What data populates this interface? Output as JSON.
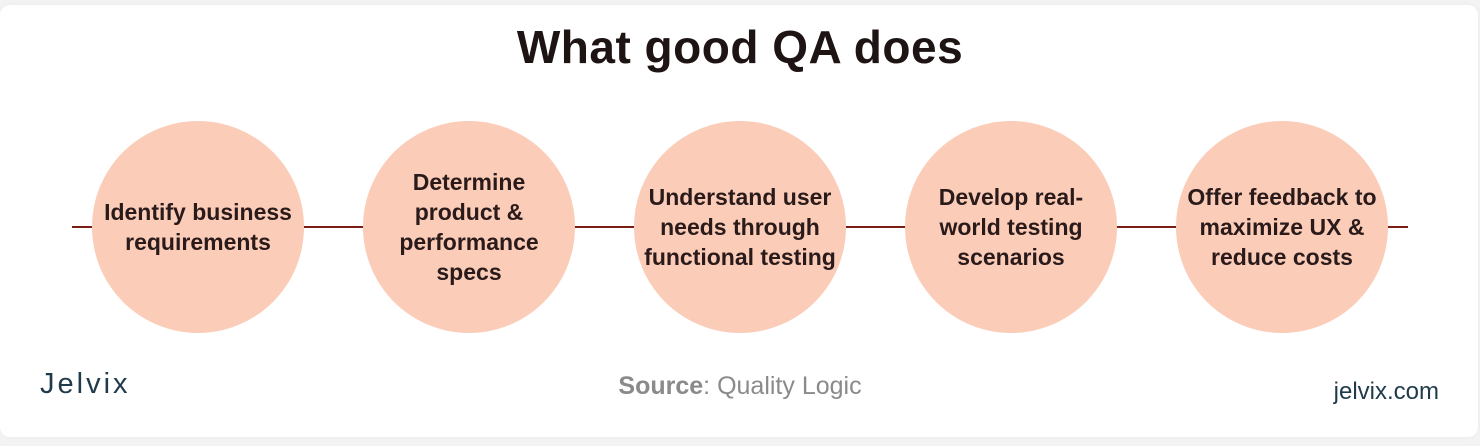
{
  "title": "What good QA does",
  "steps": [
    {
      "label": "Identify business requirements"
    },
    {
      "label": "Determine product & performance specs"
    },
    {
      "label": "Understand user needs through functional testing"
    },
    {
      "label": "Develop real-world testing scenarios"
    },
    {
      "label": "Offer feedback to maximize UX & reduce costs"
    }
  ],
  "footer": {
    "logo": "Jelvix",
    "source_key": "Source",
    "source_value": "Quality Logic",
    "url": "jelvix.com"
  },
  "colors": {
    "circle": "#fbcdb9",
    "line": "#7a1e15",
    "title": "#1e1414",
    "text": "#2a1a1a",
    "muted": "#8a8a8a",
    "brand": "#1f3a4a"
  }
}
